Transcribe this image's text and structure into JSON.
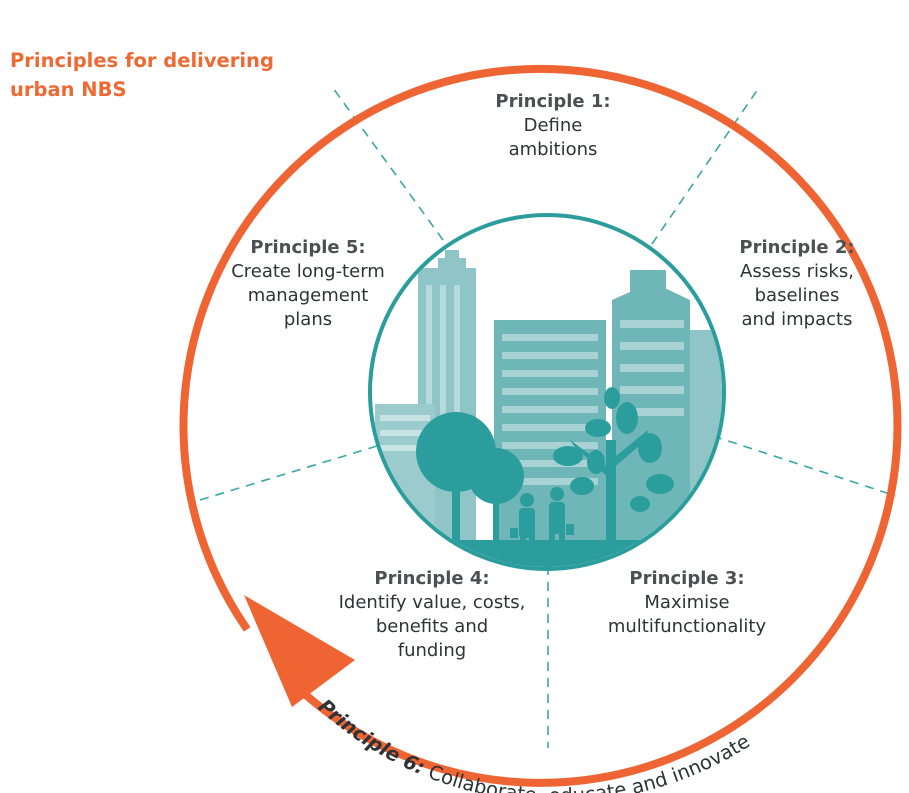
{
  "heading": {
    "line1": "Principles for delivering",
    "line2": "urban NBS"
  },
  "colors": {
    "accent_orange": "#ee6433",
    "teal": "#2c9d9d",
    "teal_light": "#8fc5c7",
    "teal_mid": "#5db0b2",
    "text": "#2f3335"
  },
  "principles": [
    {
      "title": "Principle 1:",
      "lines": [
        "Define",
        "ambitions"
      ]
    },
    {
      "title": "Principle 2:",
      "lines": [
        "Assess risks,",
        "baselines",
        "and impacts"
      ]
    },
    {
      "title": "Principle 3:",
      "lines": [
        "Maximise",
        "multifunctionality"
      ]
    },
    {
      "title": "Principle 4:",
      "lines": [
        "Identify value, costs,",
        "benefits and",
        "funding"
      ]
    },
    {
      "title": "Principle 5:",
      "lines": [
        "Create long-term",
        "management",
        "plans"
      ]
    }
  ],
  "principle6": {
    "bold": "Principle 6:",
    "rest": " Collaborate, educate and innovate"
  },
  "illustration": {
    "icon": "city-buildings-trees-people-icon"
  }
}
